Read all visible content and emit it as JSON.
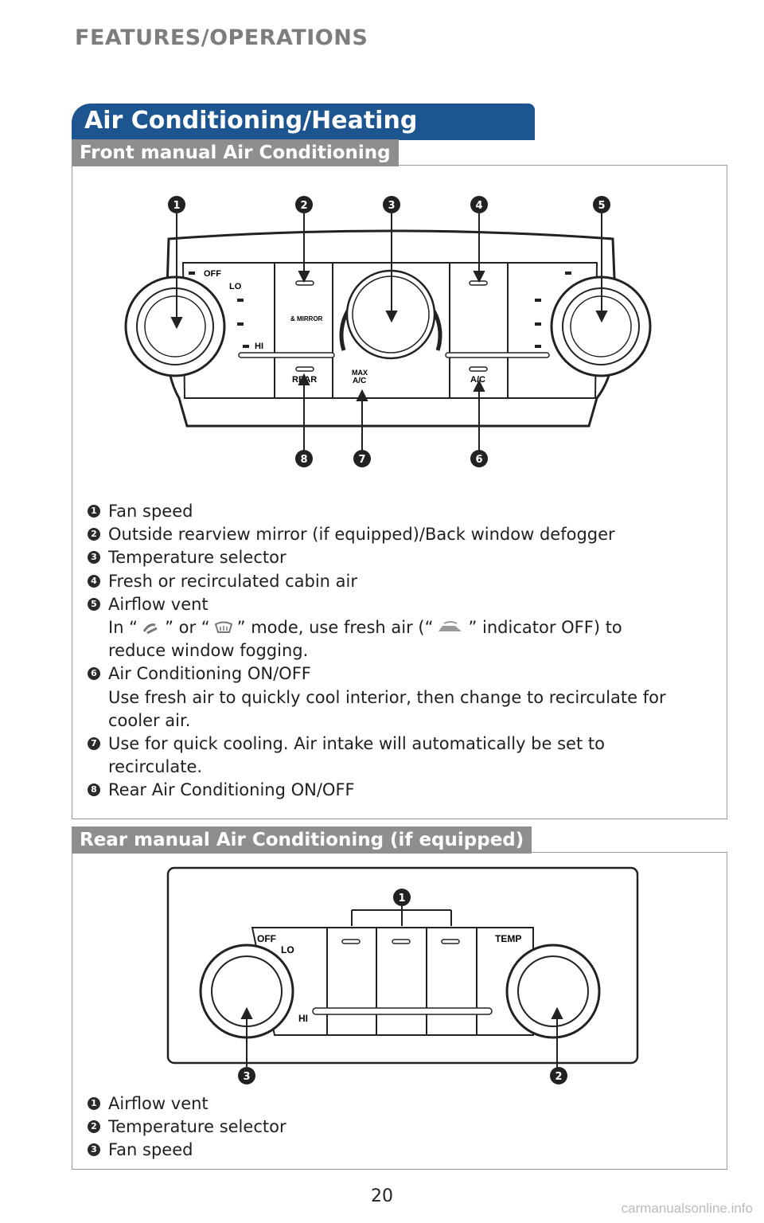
{
  "header": {
    "section_title": "FEATURES/OPERATIONS"
  },
  "title": "Air Conditioning/Heating",
  "front": {
    "subheading": "Front manual Air Conditioning",
    "diagram_labels": {
      "off": "OFF",
      "lo": "LO",
      "hi": "HI",
      "mirror": "& MIRROR",
      "rear": "REAR",
      "max": "MAX",
      "max_ac": "A/C",
      "ac": "A/C"
    },
    "callouts": [
      "1",
      "2",
      "3",
      "4",
      "5",
      "8",
      "7",
      "6"
    ],
    "items": [
      {
        "num": "1",
        "lines": [
          "Fan speed"
        ]
      },
      {
        "num": "2",
        "lines": [
          "Outside rearview mirror (if equipped)/Back window defogger"
        ]
      },
      {
        "num": "3",
        "lines": [
          "Temperature selector"
        ]
      },
      {
        "num": "4",
        "lines": [
          "Fresh or recirculated cabin air"
        ]
      },
      {
        "num": "5",
        "lines": [
          "Airflow vent"
        ]
      },
      {
        "num": "6",
        "lines": [
          "Air Conditioning ON/OFF",
          "Use fresh air to quickly cool interior, then change to recirculate for",
          "cooler air."
        ]
      },
      {
        "num": "7",
        "lines": [
          "Use for quick cooling. Air intake will automatically be set to",
          "recirculate."
        ]
      },
      {
        "num": "8",
        "lines": [
          "Rear Air Conditioning ON/OFF"
        ]
      }
    ],
    "note": {
      "p1": "In “",
      "p2": "” or “",
      "p3": "” mode, use fresh air (“",
      "p4": "” indicator OFF) to",
      "line2": "reduce window fogging."
    }
  },
  "rear": {
    "subheading": "Rear manual Air Conditioning (if equipped)",
    "diagram_labels": {
      "off": "OFF",
      "lo": "LO",
      "hi": "HI",
      "temp": "TEMP"
    },
    "callouts": [
      "1",
      "3",
      "2"
    ],
    "items": [
      {
        "num": "1",
        "lines": [
          "Airflow vent"
        ]
      },
      {
        "num": "2",
        "lines": [
          "Temperature selector"
        ]
      },
      {
        "num": "3",
        "lines": [
          "Fan speed"
        ]
      }
    ]
  },
  "footer": {
    "page_number": "20",
    "watermark": "carmanualsonline.info"
  }
}
